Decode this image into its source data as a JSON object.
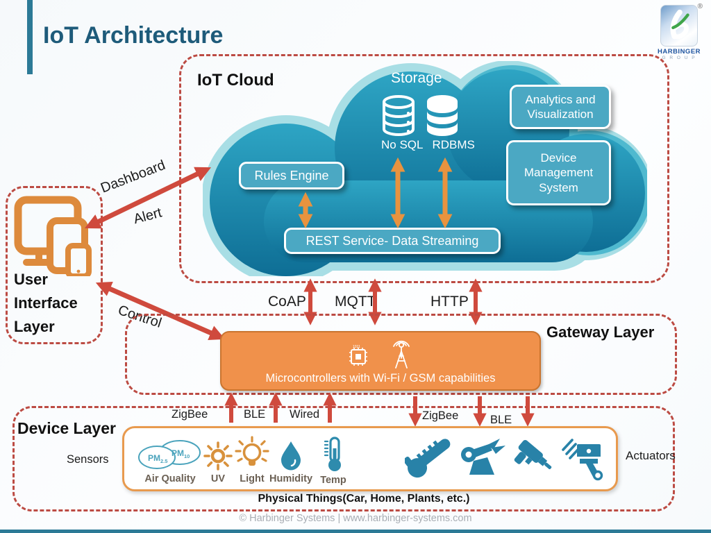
{
  "title": "IoT Architecture",
  "logo": {
    "monogram": "h",
    "brand": "HARBINGER",
    "group": "G R O U P",
    "registered": "®"
  },
  "cloud": {
    "section_label": "IoT Cloud",
    "storage_label": "Storage",
    "db_nosql": "No SQL",
    "db_rdbms": "RDBMS",
    "analytics_box": "Analytics and Visualization",
    "device_mgmt_box": "Device Management System",
    "rules_box": "Rules Engine",
    "rest_box": "REST Service- Data Streaming"
  },
  "ui_layer": {
    "line1": "User",
    "line2": "Interface",
    "line3": "Layer"
  },
  "flows": {
    "dashboard": "Dashboard",
    "alert": "Alert",
    "control": "Control"
  },
  "protocols": {
    "coap": "CoAP",
    "mqtt": "MQTT",
    "http": "HTTP"
  },
  "gateway": {
    "section_label": "Gateway Layer",
    "box_label": "Microcontrollers with Wi-Fi / GSM capabilities"
  },
  "device": {
    "section_label": "Device Layer",
    "sensors_label": "Sensors",
    "actuators_label": "Actuators",
    "conn_left": {
      "zigbee": "ZigBee",
      "ble": "BLE",
      "wired": "Wired"
    },
    "conn_right": {
      "zigbee": "ZigBee",
      "ble": "BLE"
    },
    "pm25": {
      "main": "PM",
      "sub": "2.5"
    },
    "pm10": {
      "main": "PM",
      "sub": "10"
    },
    "sensor_labels": {
      "air": "Air Quality",
      "uv": "UV",
      "light": "Light",
      "humidity": "Humidity",
      "temp": "Temp"
    },
    "physical_label": "Physical Things(Car, Home, Plants, etc.)"
  },
  "footer": "© Harbinger Systems | www.harbinger-systems.com",
  "colors": {
    "accent_teal": "#2C7A96",
    "title": "#1E5B7A",
    "dashed_red": "#BC4B43",
    "cloud_top": "#2EA5C4",
    "cloud_bottom": "#0E6E95",
    "cloud_rim": "#A8DEE5",
    "box_teal": "#4BA8C3",
    "gateway_orange": "#F0914B",
    "arrow_orange": "#E8933F",
    "arrow_red": "#CF4A3D",
    "icon_orange": "#DD8A3C",
    "icon_teal": "#2E8BAD"
  }
}
